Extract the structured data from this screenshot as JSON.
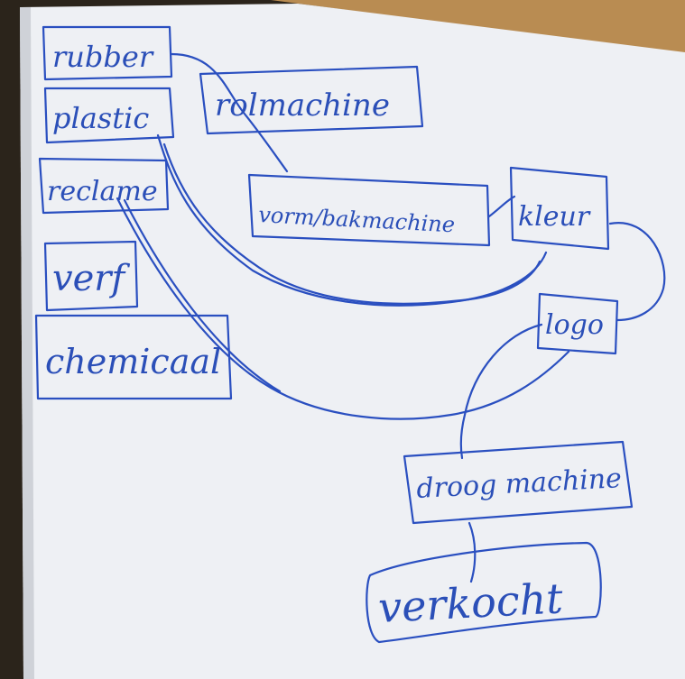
{
  "colors": {
    "ink": "#2a4fc0",
    "paper": "#eef0f4",
    "wood": "#b98c52",
    "shadow": "#2b241b"
  },
  "nodes": {
    "rubber": "rubber",
    "plastic": "plastic",
    "reclame": "reclame",
    "verf": "verf",
    "chemicaal": "chemicaal",
    "rolmachine": "rolmachine",
    "vormmachine": "vorm/bakmachine",
    "kleur": "kleur",
    "logo": "logo",
    "droogmachine": "droog machine",
    "verkocht": "verkocht"
  }
}
